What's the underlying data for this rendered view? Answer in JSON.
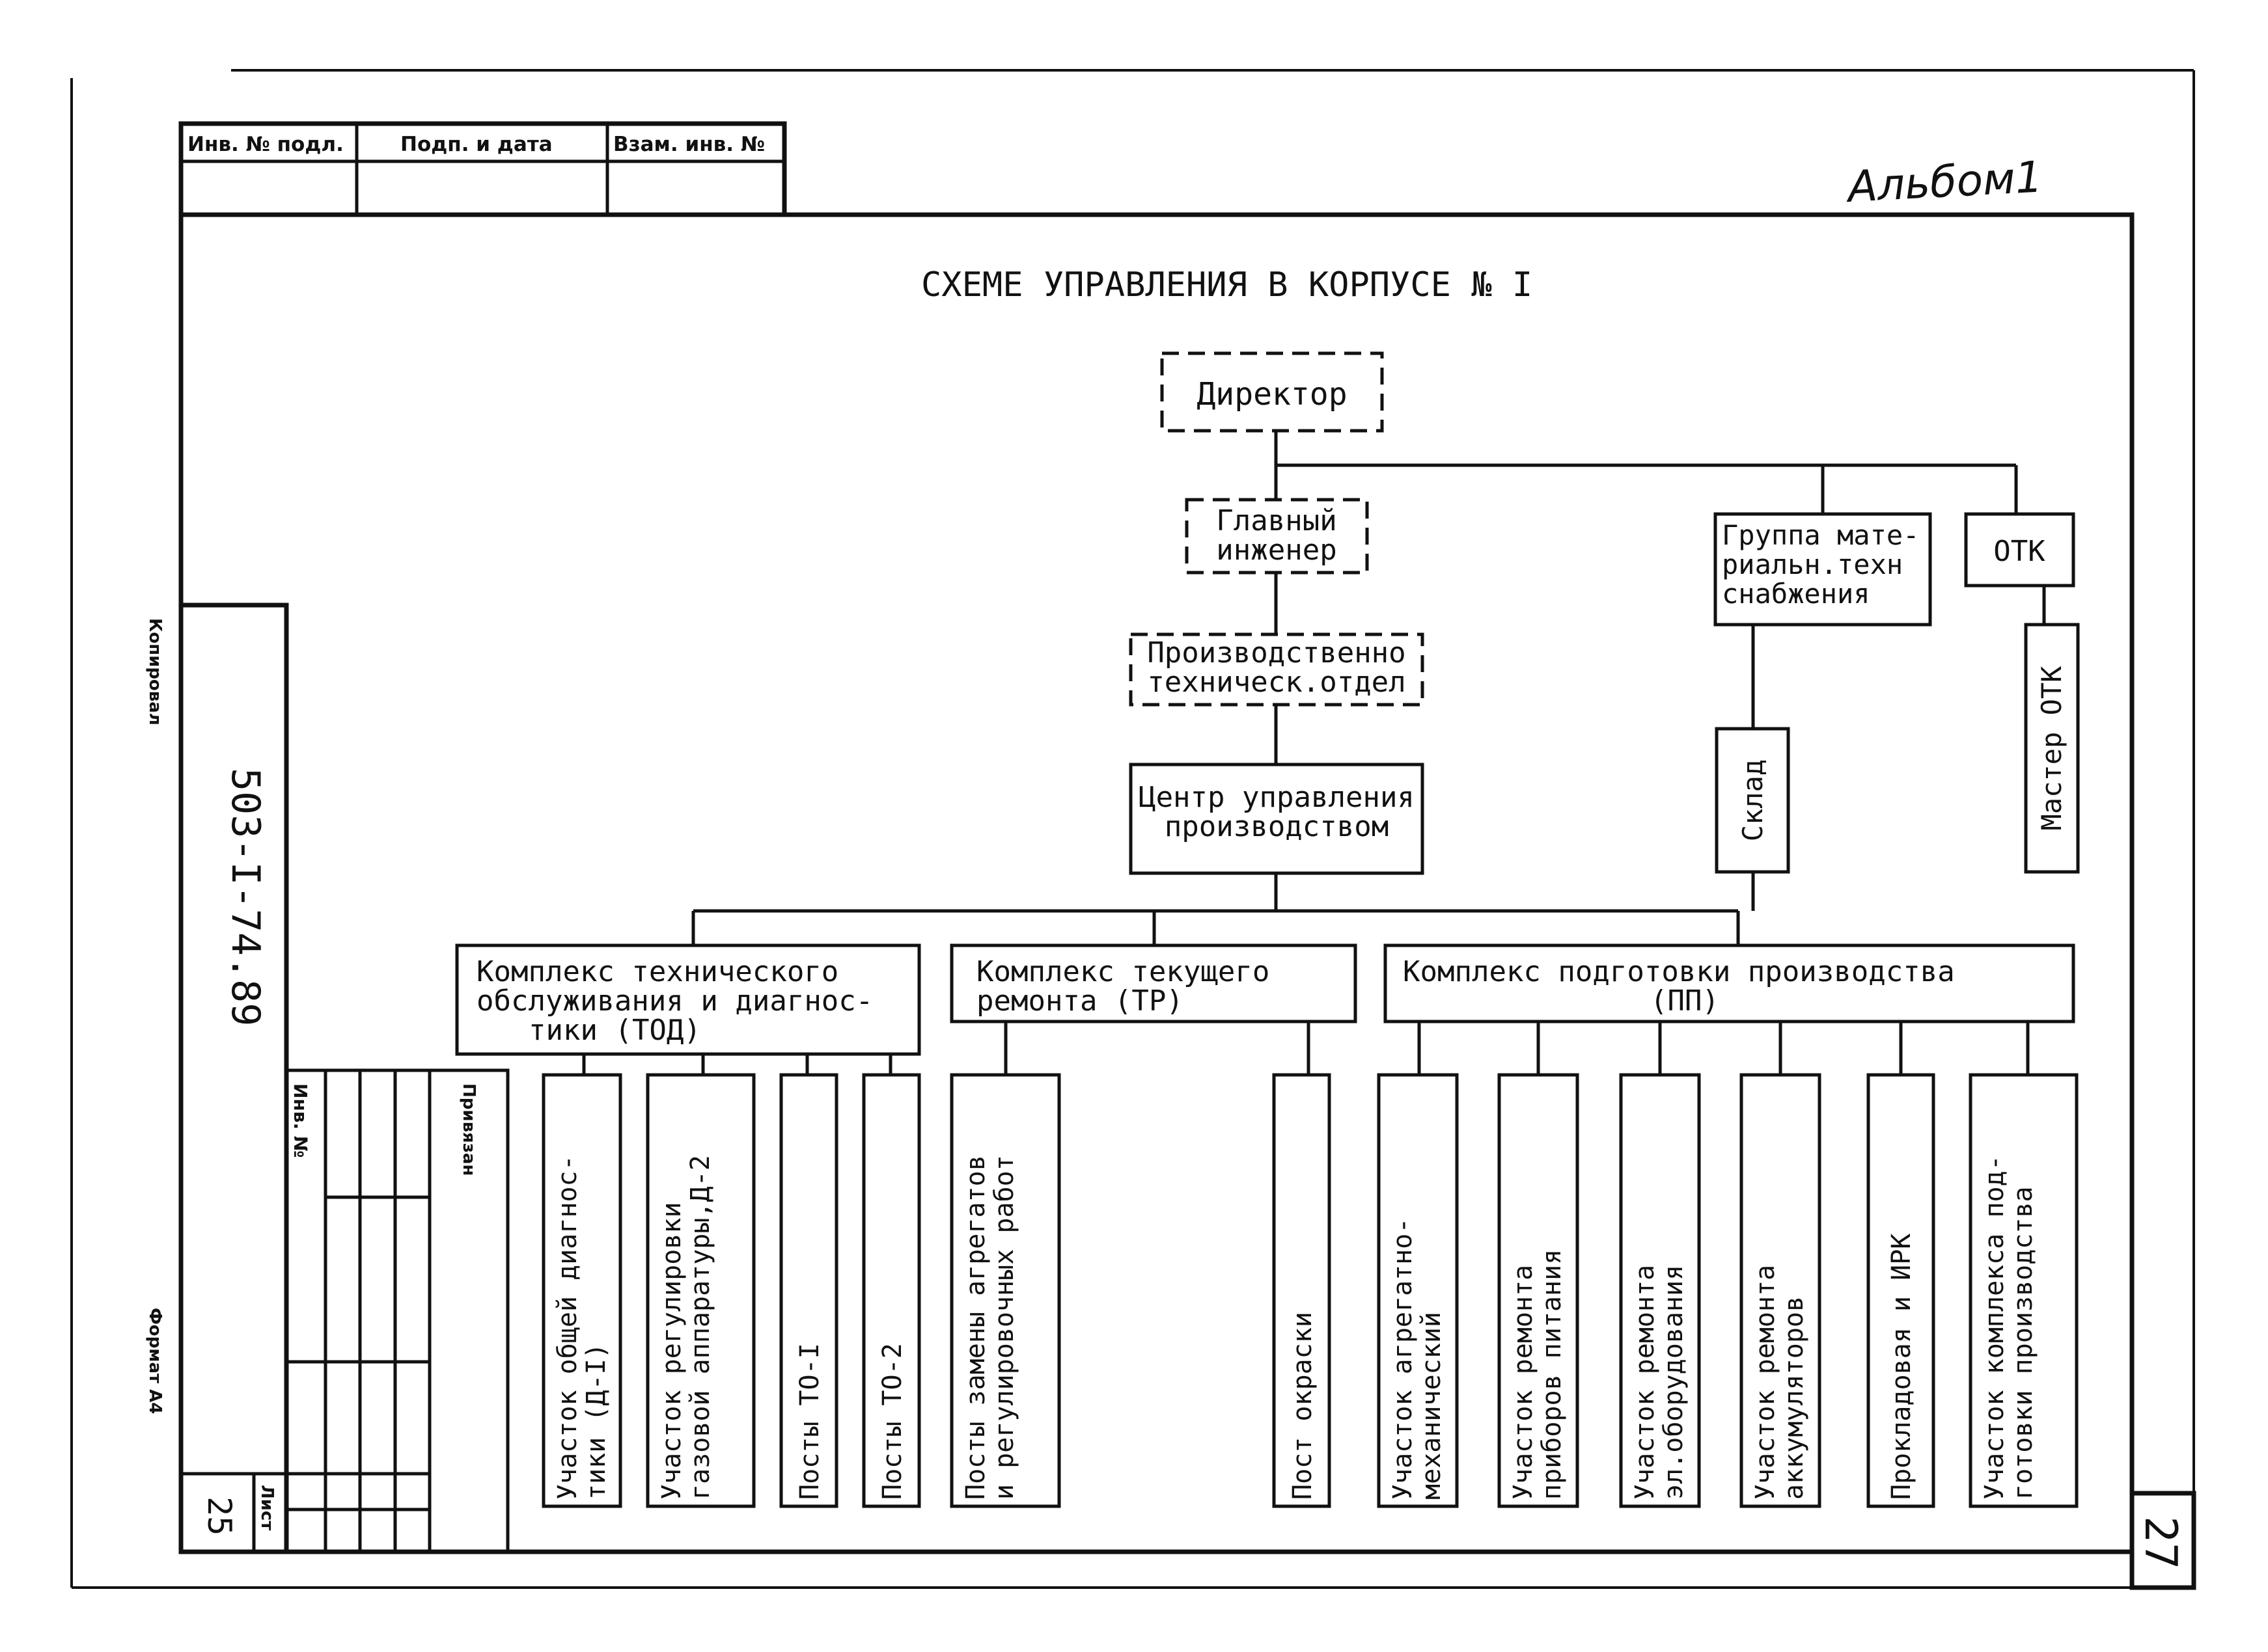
{
  "stamp": {
    "inv_podl": "Инв. № подл.",
    "podp_data": "Подп. и дата",
    "vzam_inv": "Взам. инв. №"
  },
  "album": "Альбом1",
  "title": "СХЕМЕ УПРАВЛЕНИЯ В КОРПУСЕ № I",
  "side": {
    "kopiroval": "Копировал",
    "format": "Формат А4",
    "doc_number": "503-I-74.89",
    "list_label": "Лист",
    "list_number": "25",
    "inv_no": "Инв. №",
    "privyazan": "Привязан"
  },
  "page_number": "27",
  "org": {
    "director": "Директор",
    "chief_engineer": [
      "Главный",
      "инженер"
    ],
    "pto": [
      "Производственно",
      "техническ.отдел"
    ],
    "control_center": [
      "Центр управления",
      "производством"
    ],
    "supply_group": [
      "Группа мате-",
      "риальн.техн",
      "снабжения"
    ],
    "otk": "ОТК",
    "warehouse": "Склад",
    "otk_master": "Мастер ОТК",
    "tod": [
      "Комплекс технического",
      "обслуживания и диагнос-",
      "тики (ТОД)"
    ],
    "tr": [
      "Комплекс текущего",
      "ремонта (ТР)"
    ],
    "pp": [
      "Комплекс подготовки производства",
      "(ПП)"
    ],
    "leaf": {
      "d1": [
        "Участок общей диагнос-",
        "тики (Д-I)"
      ],
      "d2": [
        "Участок регулировки",
        "газовой аппаратуры,Д-2"
      ],
      "to1": [
        "Посты ТО-I"
      ],
      "to2": [
        "Посты ТО-2"
      ],
      "agg": [
        "Посты замены агрегатов",
        "и регулировочных работ"
      ],
      "paint": [
        "Пост окраски"
      ],
      "mech": [
        "Участок агрегатно-",
        "механический"
      ],
      "power": [
        "Участок ремонта",
        "приборов питания"
      ],
      "elec": [
        "Участок ремонта",
        "эл.оборудования"
      ],
      "batt": [
        "Участок ремонта",
        "аккумуляторов"
      ],
      "gasket": [
        "Прокладовая и ИРК"
      ],
      "prep": [
        "Участок комплекса под-",
        "готовки производства"
      ]
    }
  }
}
